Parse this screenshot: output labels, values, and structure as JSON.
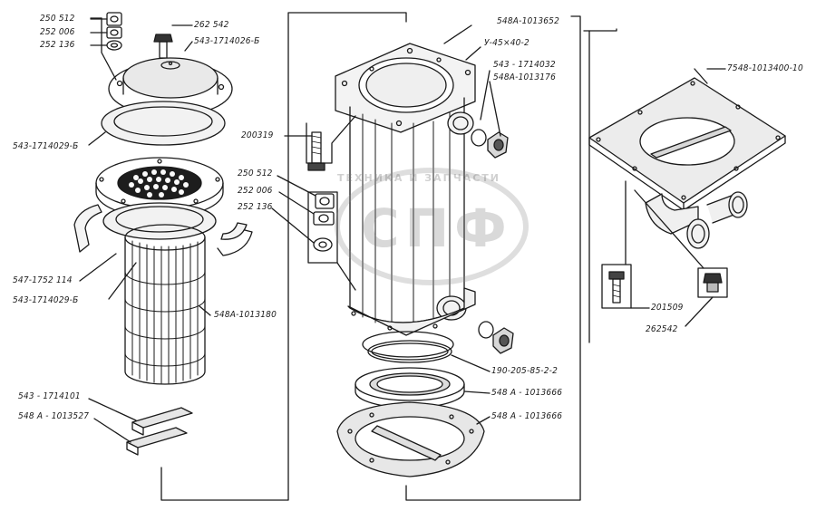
{
  "labels": {
    "l_250512_a": "250 512",
    "l_252006_a": "252 006",
    "l_252136_a": "252 136",
    "l_262542_a": "262 542",
    "l_5431714026": "543-1714026-Б",
    "l_5431714029_top": "543-1714029-Б",
    "l_5471752114": "547-1752 114",
    "l_5431714029_bot": "543-1714029-Б",
    "l_548a1013180": "548А-1013180",
    "l_5431714101": "543 - 1714101",
    "l_548a1013527": "548 А - 1013527",
    "l_200319": "200319",
    "l_250512_b": "250 512",
    "l_252006_b": "252 006",
    "l_252136_b": "252 136",
    "l_548a1013652": "548А-1013652",
    "l_u45402": "У-45×40-2",
    "l_5431714032": "543 - 1714032",
    "l_548a1013176": "548А-1013176",
    "l_1902058522": "190-205-85-2-2",
    "l_548a1013666a": "548 А - 1013666",
    "l_548a1013666b": "548 А - 1013666",
    "l_75481013400": "7548-1013400-10",
    "l_201509": "201509",
    "l_262542_b": "262542"
  },
  "watermark": {
    "text": "ТЕХНИКА И ЗАПЧАСТИ",
    "logo": "СПФ"
  }
}
